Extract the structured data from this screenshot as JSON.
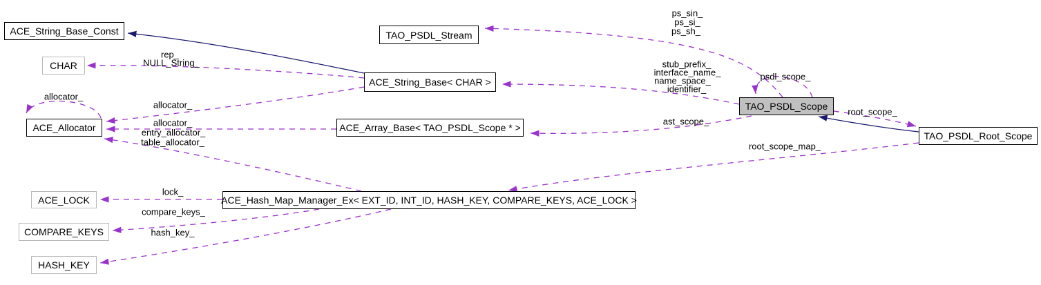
{
  "diagram": {
    "kind": "class-collaboration-graph",
    "colors": {
      "usage_edge": "#9a32cd",
      "inheritance_edge": "#191970",
      "highlighted_node_fill": "#c0c0c0",
      "node_border": "#000000",
      "template_param_border": "#b9b9b9",
      "background": "#ffffff"
    }
  },
  "nodes": {
    "ace_string_base_const": "ACE_String_Base_Const",
    "char": "CHAR",
    "ace_allocator": "ACE_Allocator",
    "ace_lock": "ACE_LOCK",
    "compare_keys": "COMPARE_KEYS",
    "hash_key": "HASH_KEY",
    "tao_psdl_stream": "TAO_PSDL_Stream",
    "ace_string_base_char": "ACE_String_Base< CHAR >",
    "ace_array_base": "ACE_Array_Base< TAO_PSDL_Scope * >",
    "ace_hash_map_manager_ex": "ACE_Hash_Map_Manager_Ex< EXT_ID, INT_ID, HASH_KEY, COMPARE_KEYS, ACE_LOCK >",
    "tao_psdl_scope": "TAO_PSDL_Scope",
    "tao_psdl_root_scope": "TAO_PSDL_Root_Scope"
  },
  "edge_labels": {
    "rep": "rep_",
    "null_string": "NULL_String_",
    "allocator_self": "allocator_",
    "allocator_string": "allocator_",
    "allocator_array": "allocator_",
    "entry_allocator": "entry_allocator_",
    "table_allocator": "table_allocator_",
    "lock": "lock_",
    "compare_keys": "compare_keys_",
    "hash_key": "hash_key_",
    "ps_sin": "ps_sin_",
    "ps_si": "ps_si_",
    "ps_sh": "ps_sh_",
    "stub_prefix": "stub_prefix_",
    "interface_name": "interface_name_",
    "name_space": "name_space_",
    "identifier": "identifier_",
    "psdl_scope": "psdl_scope_",
    "ast_scope": "ast_scope_",
    "root_scope": "root_scope_",
    "root_scope_map": "root_scope_map_"
  }
}
